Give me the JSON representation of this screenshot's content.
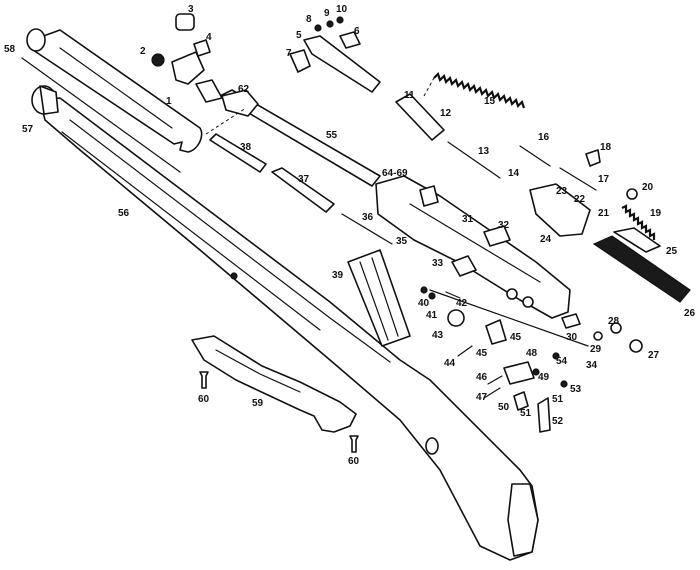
{
  "callouts": [
    {
      "key": "c1",
      "text": "1"
    },
    {
      "key": "c2",
      "text": "2"
    },
    {
      "key": "c3",
      "text": "3"
    },
    {
      "key": "c4",
      "text": "4"
    },
    {
      "key": "c5",
      "text": "5"
    },
    {
      "key": "c6",
      "text": "6"
    },
    {
      "key": "c7",
      "text": "7"
    },
    {
      "key": "c8",
      "text": "8"
    },
    {
      "key": "c9",
      "text": "9"
    },
    {
      "key": "c10",
      "text": "10"
    },
    {
      "key": "c11",
      "text": "11"
    },
    {
      "key": "c12",
      "text": "12"
    },
    {
      "key": "c13",
      "text": "13"
    },
    {
      "key": "c14",
      "text": "14"
    },
    {
      "key": "c15",
      "text": "15"
    },
    {
      "key": "c16",
      "text": "16"
    },
    {
      "key": "c17",
      "text": "17"
    },
    {
      "key": "c18",
      "text": "18"
    },
    {
      "key": "c19",
      "text": "19"
    },
    {
      "key": "c20",
      "text": "20"
    },
    {
      "key": "c21",
      "text": "21"
    },
    {
      "key": "c22",
      "text": "22"
    },
    {
      "key": "c23",
      "text": "23"
    },
    {
      "key": "c24",
      "text": "24"
    },
    {
      "key": "c25",
      "text": "25"
    },
    {
      "key": "c26",
      "text": "26"
    },
    {
      "key": "c27",
      "text": "27"
    },
    {
      "key": "c28",
      "text": "28"
    },
    {
      "key": "c29",
      "text": "29"
    },
    {
      "key": "c30",
      "text": "30"
    },
    {
      "key": "c31",
      "text": "31"
    },
    {
      "key": "c32",
      "text": "32"
    },
    {
      "key": "c33",
      "text": "33"
    },
    {
      "key": "c34",
      "text": "34"
    },
    {
      "key": "c35",
      "text": "35"
    },
    {
      "key": "c36",
      "text": "36"
    },
    {
      "key": "c37",
      "text": "37"
    },
    {
      "key": "c38",
      "text": "38"
    },
    {
      "key": "c39",
      "text": "39"
    },
    {
      "key": "c40",
      "text": "40"
    },
    {
      "key": "c41",
      "text": "41"
    },
    {
      "key": "c42",
      "text": "42"
    },
    {
      "key": "c43",
      "text": "43"
    },
    {
      "key": "c44",
      "text": "44"
    },
    {
      "key": "c45a",
      "text": "45"
    },
    {
      "key": "c45b",
      "text": "45"
    },
    {
      "key": "c46",
      "text": "46"
    },
    {
      "key": "c47",
      "text": "47"
    },
    {
      "key": "c48",
      "text": "48"
    },
    {
      "key": "c49",
      "text": "49"
    },
    {
      "key": "c50",
      "text": "50"
    },
    {
      "key": "c51a",
      "text": "51"
    },
    {
      "key": "c51b",
      "text": "51"
    },
    {
      "key": "c52",
      "text": "52"
    },
    {
      "key": "c53",
      "text": "53"
    },
    {
      "key": "c54",
      "text": "54"
    },
    {
      "key": "c55",
      "text": "55"
    },
    {
      "key": "c56",
      "text": "56"
    },
    {
      "key": "c57",
      "text": "57"
    },
    {
      "key": "c58",
      "text": "58"
    },
    {
      "key": "c59",
      "text": "59"
    },
    {
      "key": "c60a",
      "text": "60"
    },
    {
      "key": "c60b",
      "text": "60"
    },
    {
      "key": "c62",
      "text": "62"
    },
    {
      "key": "c6469",
      "text": "64-69"
    }
  ]
}
